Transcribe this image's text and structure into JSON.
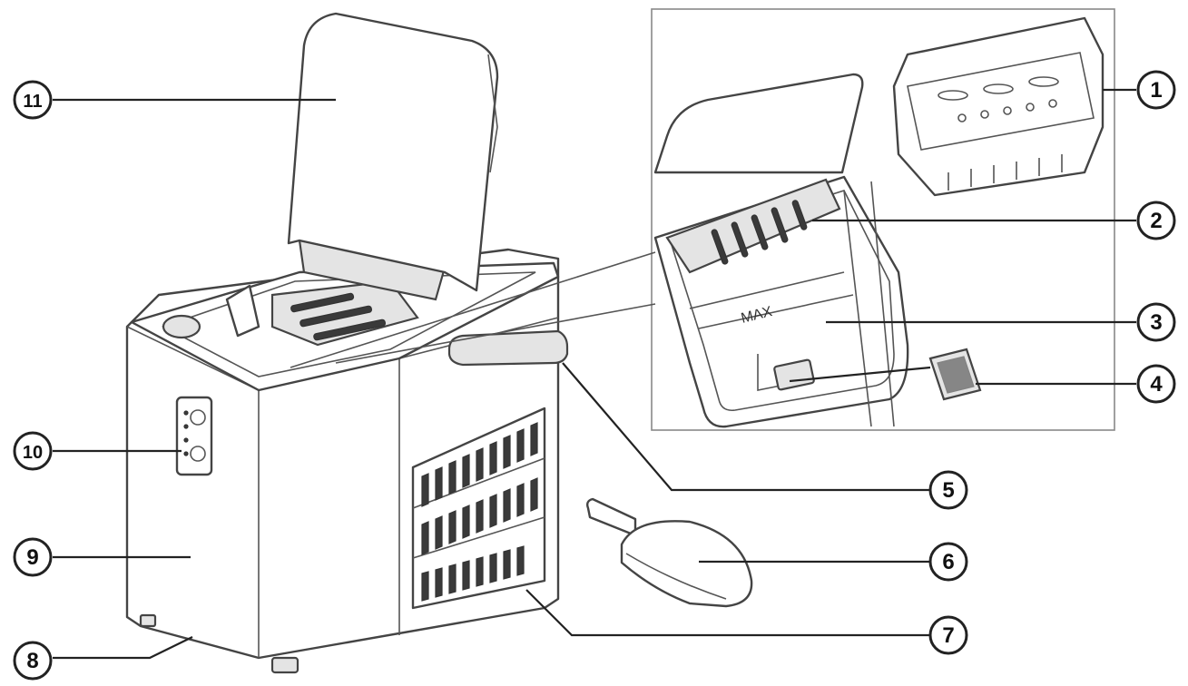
{
  "diagram": {
    "inset": {
      "max_label": "MAX"
    },
    "callouts": [
      {
        "id": "1",
        "label": "1"
      },
      {
        "id": "2",
        "label": "2"
      },
      {
        "id": "3",
        "label": "3"
      },
      {
        "id": "4",
        "label": "4"
      },
      {
        "id": "5",
        "label": "5"
      },
      {
        "id": "6",
        "label": "6"
      },
      {
        "id": "7",
        "label": "7"
      },
      {
        "id": "8",
        "label": "8"
      },
      {
        "id": "9",
        "label": "9"
      },
      {
        "id": "10",
        "label": "10"
      },
      {
        "id": "11",
        "label": "11"
      }
    ]
  }
}
